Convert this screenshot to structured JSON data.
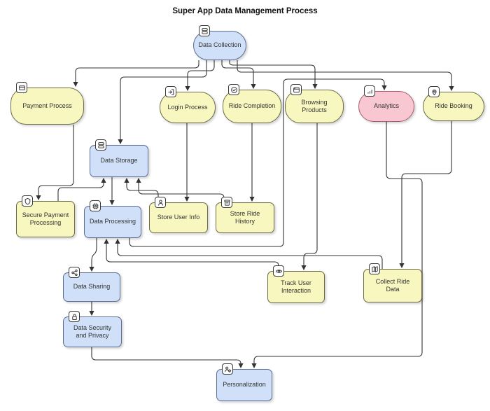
{
  "title": "Super App Data Management Process",
  "flowchart": {
    "nodes": [
      {
        "id": "data-collection",
        "label": "Data Collection",
        "shape": "stadium",
        "color": "blue",
        "icon": "database-icon"
      },
      {
        "id": "payment-process",
        "label": "Payment Process",
        "shape": "stadium",
        "color": "yellow",
        "icon": "card-icon"
      },
      {
        "id": "login-process",
        "label": "Login Process",
        "shape": "stadium",
        "color": "yellow",
        "icon": "login-icon"
      },
      {
        "id": "ride-completion",
        "label": "Ride Completion",
        "shape": "stadium",
        "color": "yellow",
        "icon": "check-circle-icon"
      },
      {
        "id": "browsing-products",
        "label": "Browsing Products",
        "shape": "stadium",
        "color": "yellow",
        "icon": "browser-icon"
      },
      {
        "id": "analytics",
        "label": "Analytics",
        "shape": "stadium",
        "color": "pink",
        "icon": "bar-chart-icon"
      },
      {
        "id": "ride-booking",
        "label": "Ride Booking",
        "shape": "stadium",
        "color": "yellow",
        "icon": "location-pin-icon"
      },
      {
        "id": "data-storage",
        "label": "Data Storage",
        "shape": "rect",
        "color": "blue",
        "icon": "database-icon"
      },
      {
        "id": "secure-payment-processing",
        "label": "Secure Payment Processing",
        "shape": "rect",
        "color": "yellow",
        "icon": "shield-icon"
      },
      {
        "id": "data-processing",
        "label": "Data Processing",
        "shape": "rect",
        "color": "blue",
        "icon": "cpu-icon"
      },
      {
        "id": "store-user-info",
        "label": "Store User Info",
        "shape": "rect",
        "color": "yellow",
        "icon": "person-icon"
      },
      {
        "id": "store-ride-history",
        "label": "Store Ride History",
        "shape": "rect",
        "color": "yellow",
        "icon": "archive-icon"
      },
      {
        "id": "data-sharing",
        "label": "Data Sharing",
        "shape": "rect",
        "color": "blue",
        "icon": "share-icon"
      },
      {
        "id": "track-user-interaction",
        "label": "Track User Interaction",
        "shape": "rect",
        "color": "yellow",
        "icon": "eye-icon"
      },
      {
        "id": "collect-ride-data",
        "label": "Collect Ride Data",
        "shape": "rect",
        "color": "yellow",
        "icon": "map-icon"
      },
      {
        "id": "data-security-and-privacy",
        "label": "Data Security and Privacy",
        "shape": "rect",
        "color": "blue",
        "icon": "lock-icon"
      },
      {
        "id": "personalization",
        "label": "Personalization",
        "shape": "rect",
        "color": "blue",
        "icon": "person-gear-icon"
      }
    ],
    "edges": [
      {
        "from": "data-collection",
        "to": "payment-process"
      },
      {
        "from": "data-collection",
        "to": "data-storage"
      },
      {
        "from": "data-collection",
        "to": "login-process"
      },
      {
        "from": "data-collection",
        "to": "ride-completion"
      },
      {
        "from": "data-collection",
        "to": "browsing-products"
      },
      {
        "from": "data-collection",
        "to": "ride-booking"
      },
      {
        "from": "payment-process",
        "to": "secure-payment-processing"
      },
      {
        "from": "login-process",
        "to": "store-user-info"
      },
      {
        "from": "ride-completion",
        "to": "store-ride-history"
      },
      {
        "from": "browsing-products",
        "to": "track-user-interaction"
      },
      {
        "from": "ride-booking",
        "to": "collect-ride-data"
      },
      {
        "from": "secure-payment-processing",
        "to": "data-storage"
      },
      {
        "from": "store-user-info",
        "to": "data-storage"
      },
      {
        "from": "store-ride-history",
        "to": "data-storage"
      },
      {
        "from": "data-storage",
        "to": "data-processing"
      },
      {
        "from": "track-user-interaction",
        "to": "data-processing"
      },
      {
        "from": "collect-ride-data",
        "to": "data-processing"
      },
      {
        "from": "data-processing",
        "to": "analytics"
      },
      {
        "from": "data-processing",
        "to": "data-sharing"
      },
      {
        "from": "data-sharing",
        "to": "data-security-and-privacy"
      },
      {
        "from": "data-security-and-privacy",
        "to": "personalization"
      },
      {
        "from": "analytics",
        "to": "personalization"
      }
    ]
  },
  "colors": {
    "process_blue_fill": "#cfe0f8",
    "process_yellow_fill": "#f7f7bf",
    "analytics_pink_fill": "#f8c7d2",
    "edge_stroke": "#333333",
    "node_border": "#555555",
    "background": "#ffffff"
  }
}
